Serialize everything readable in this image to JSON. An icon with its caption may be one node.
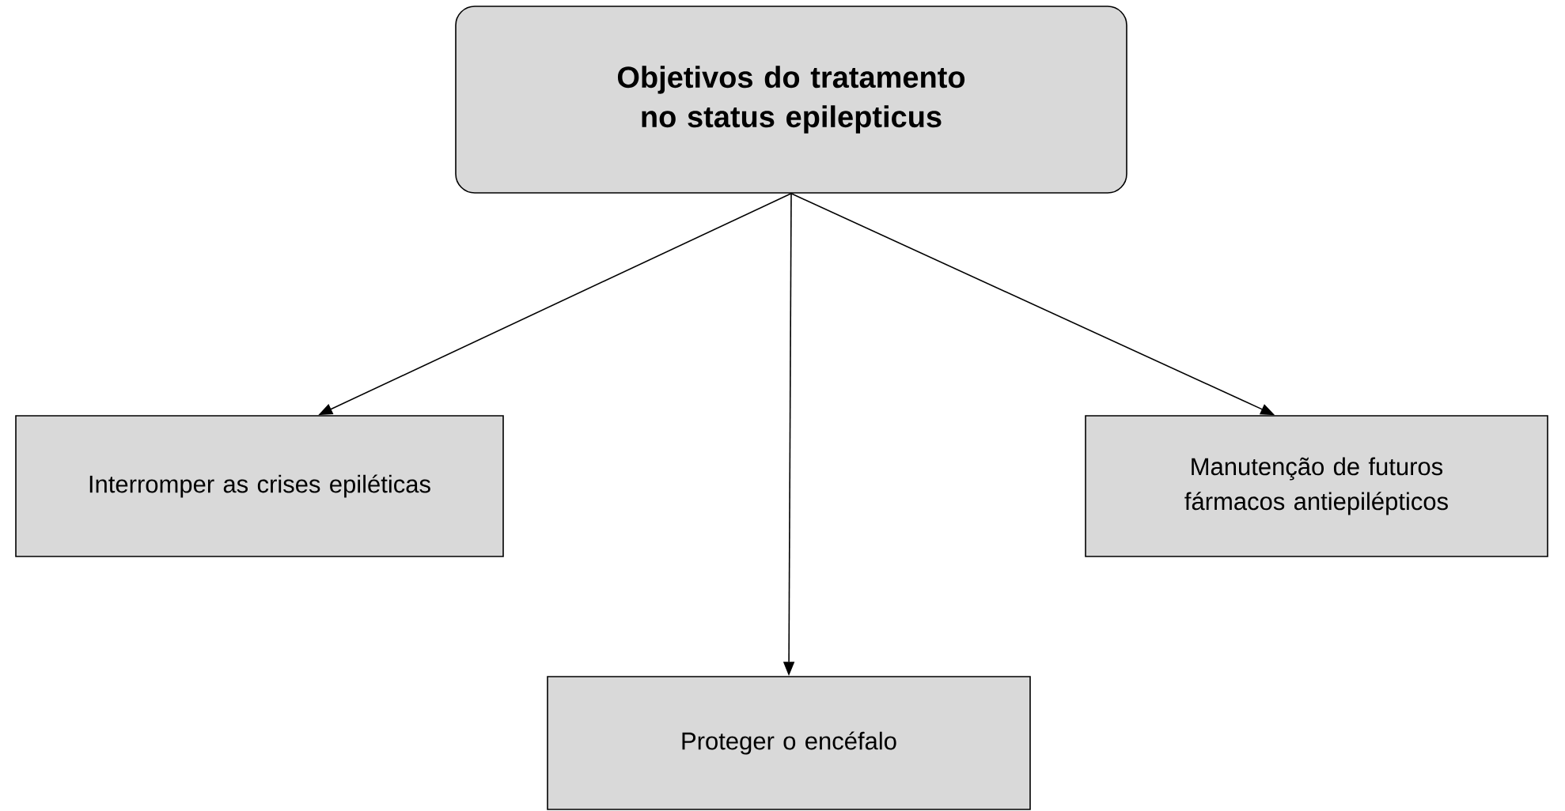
{
  "diagram": {
    "nodes": [
      {
        "text": [
          "Objetivos do tratamento no status epilepticus"
        ]
      },
      {
        "text": [
          "Interromper as crises epiléticas"
        ]
      },
      {
        "text": [
          "Manutenção de futuros fármacos antiepilépticos"
        ]
      },
      {
        "text": [
          "Proteger o encéfalo"
        ]
      }
    ],
    "edges": [
      {
        "from": 0,
        "to": 1,
        "arrow": "to"
      },
      {
        "from": 0,
        "to": 3,
        "arrow": "to"
      },
      {
        "from": 0,
        "to": 2,
        "arrow": "to"
      }
    ]
  }
}
